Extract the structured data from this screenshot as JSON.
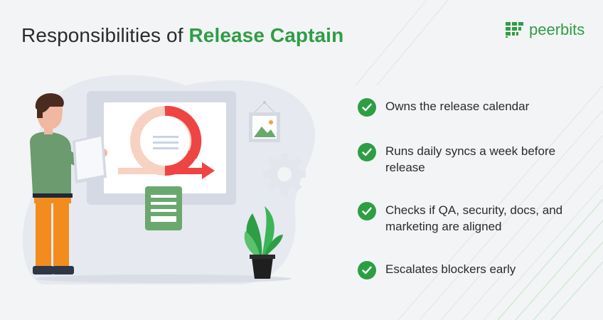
{
  "header": {
    "title_prefix": "Responsibilities of ",
    "title_accent": "Release Captain",
    "accent_color": "#2e9e44"
  },
  "logo": {
    "text": "peerbits",
    "icon": "peerbits-logo-icon"
  },
  "responsibilities": [
    {
      "text": "Owns the release calendar",
      "icon": "check-circle-icon"
    },
    {
      "text": "Runs daily syncs a week before release",
      "icon": "check-circle-icon"
    },
    {
      "text": "Checks if QA, security, docs, and marketing are aligned",
      "icon": "check-circle-icon"
    },
    {
      "text": "Escalates blockers early",
      "icon": "check-circle-icon"
    }
  ],
  "illustration": {
    "icons": [
      "person-figure",
      "whiteboard",
      "circular-arrow-icon",
      "picture-frame-icon",
      "gear-icon",
      "document-icon",
      "potted-plant-icon"
    ]
  }
}
